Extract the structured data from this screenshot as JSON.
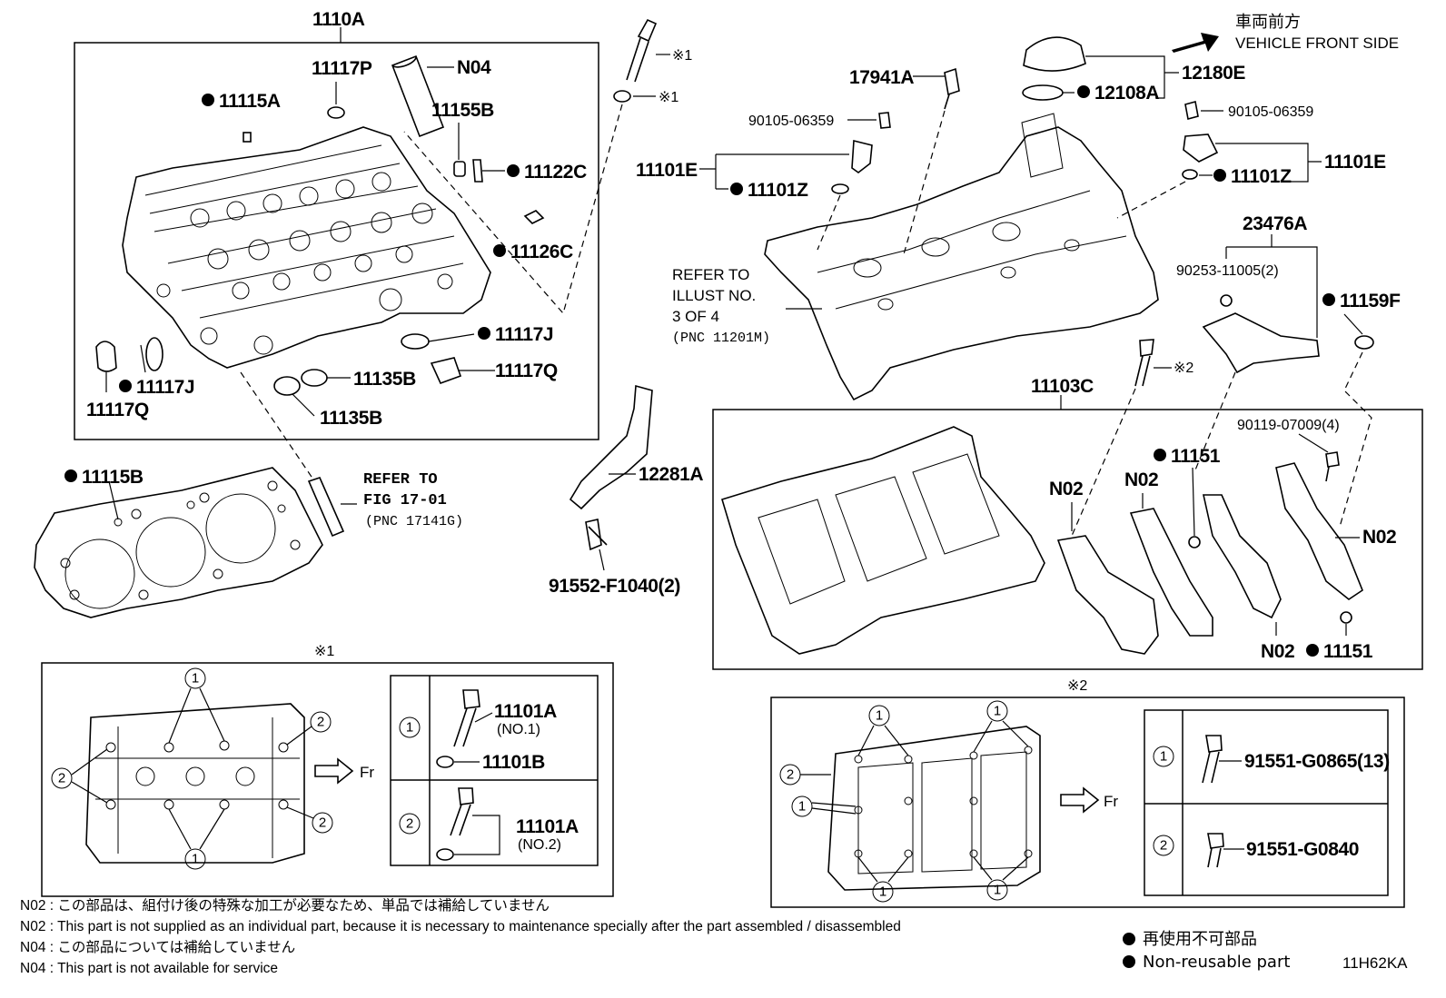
{
  "parts": {
    "p1110A": "1110A",
    "p11117P": "11117P",
    "pN04": "N04",
    "p11115A": "11115A",
    "p11155B": "11155B",
    "p11122C": "11122C",
    "p11126C": "11126C",
    "p11117J_a": "11117J",
    "p11117Q_a": "11117Q",
    "p11117J_b": "11117J",
    "p11117Q_b": "11117Q",
    "p11135B_a": "11135B",
    "p11135B_b": "11135B",
    "p11115B": "11115B",
    "p12281A": "12281A",
    "p91552": "91552-F1040(2)",
    "p17941A": "17941A",
    "p90105_l": "90105-06359",
    "p11101E_l": "11101E",
    "p11101Z_l": "11101Z",
    "p12108A": "12108A",
    "p12180E": "12180E",
    "p90105_r": "90105-06359",
    "p11101E_r": "11101E",
    "p11101Z_r": "11101Z",
    "p23476A": "23476A",
    "p90253": "90253-11005(2)",
    "p11159F": "11159F",
    "p11103C": "11103C",
    "p90119": "90119-07009(4)",
    "p11151_a": "11151",
    "p11151_b": "11151",
    "pN02_a": "N02",
    "pN02_b": "N02",
    "pN02_c": "N02",
    "pN02_d": "N02",
    "p11101A_1": "11101A",
    "p11101A_1_sub": "(NO.1)",
    "p11101B": "11101B",
    "p11101A_2": "11101A",
    "p11101A_2_sub": "(NO.2)",
    "p91551_G0865": "91551-G0865(13)",
    "p91551_G0840": "91551-G0840"
  },
  "refs": {
    "ref1_line1": "REFER TO",
    "ref1_line2": "FIG 17-01",
    "ref1_line3": "(PNC 17141G)",
    "ref2_line1": "REFER TO",
    "ref2_line2": "ILLUST NO.",
    "ref2_line3": "3 OF 4",
    "ref2_line4": "(PNC 11201M)"
  },
  "marks": {
    "ast1": "※1",
    "ast2": "※2",
    "circle1": "1",
    "circle2": "2",
    "fr": "Fr"
  },
  "direction": {
    "jp": "車両前方",
    "en": "VEHICLE FRONT SIDE"
  },
  "notes": [
    "N02 : この部品は、組付け後の特殊な加工が必要なため、単品では補給していません",
    "N02 : This part is not supplied as an individual part, because it is necessary to maintenance specially after the part assembled / disassembled",
    "N04 : この部品については補給していません",
    "N04 : This part is not available for service"
  ],
  "legend": {
    "jp": "再使用不可部品",
    "en": "Non-reusable part"
  },
  "figure_code": "11H62KA"
}
